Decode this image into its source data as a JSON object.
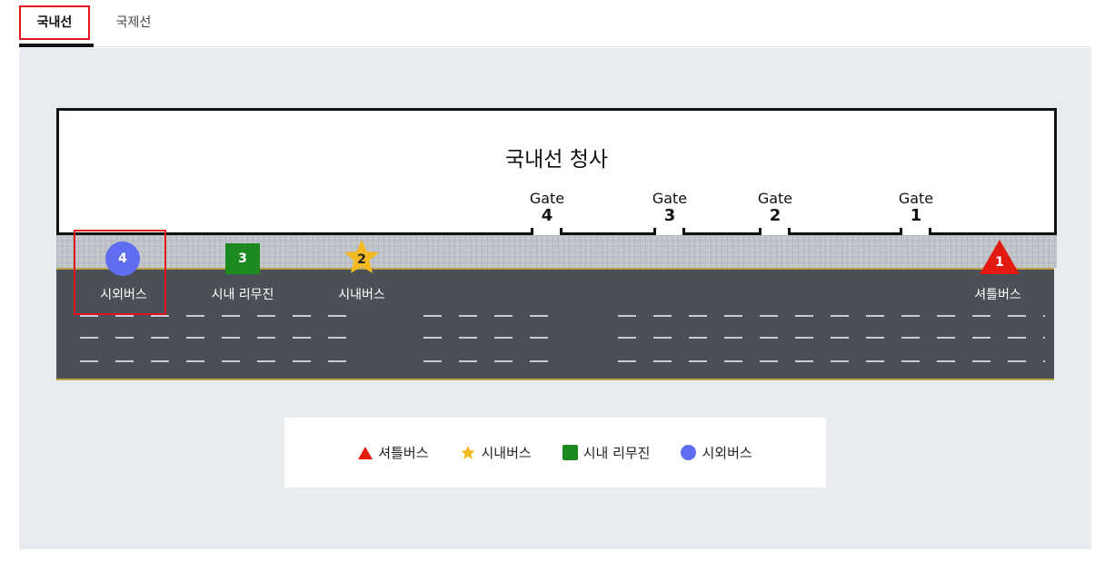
{
  "tabs": {
    "domestic": "국내선",
    "international": "국제선"
  },
  "terminal": {
    "title": "국내선 청사",
    "gate_word": "Gate",
    "gates": [
      "4",
      "3",
      "2",
      "1"
    ]
  },
  "stops": {
    "intercity_bus": {
      "number": "4",
      "label": "시외버스",
      "color": "#5f6ef0",
      "icon": "circle-icon"
    },
    "city_limousine": {
      "number": "3",
      "label": "시내 리무진",
      "color": "#1c8a1f",
      "icon": "square-icon"
    },
    "city_bus": {
      "number": "2",
      "label": "시내버스",
      "color": "#f5b921",
      "icon": "star-icon"
    },
    "shuttle_bus": {
      "number": "1",
      "label": "셔틀버스",
      "color": "#e21b10",
      "icon": "triangle-icon"
    }
  },
  "legend": {
    "shuttle_bus": "셔틀버스",
    "city_bus": "시내버스",
    "city_limousine": "시내 리무진",
    "intercity_bus": "시외버스"
  },
  "colors": {
    "accent_red": "#e2141b",
    "road": "#4b4f56",
    "panel_bg": "#e8ebef"
  }
}
